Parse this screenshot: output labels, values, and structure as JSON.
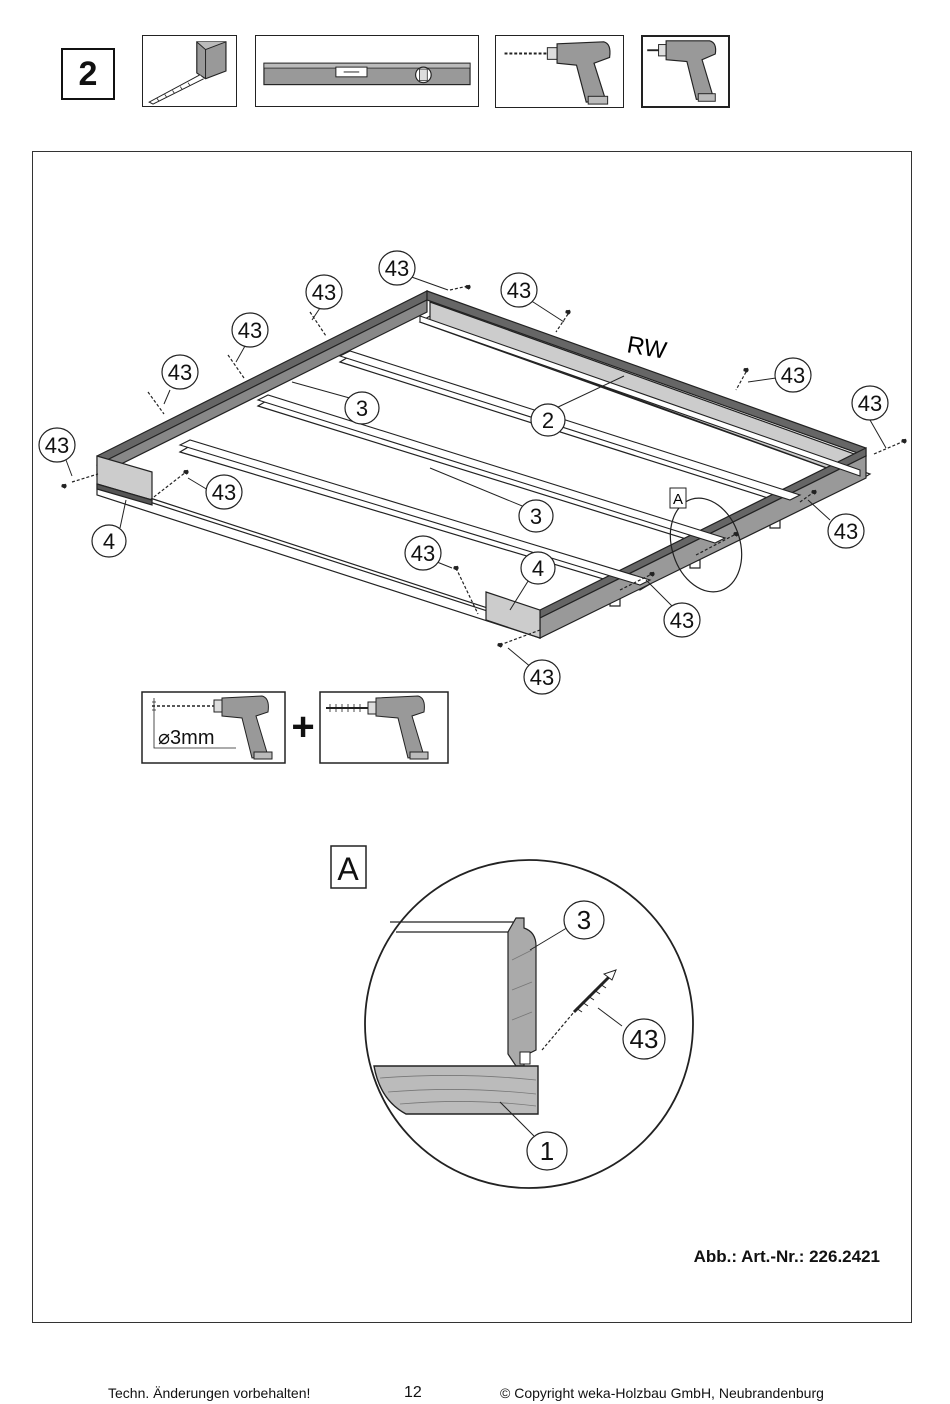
{
  "header": {
    "step_number": "2",
    "tools": [
      {
        "name": "tape-measure-icon"
      },
      {
        "name": "spirit-level-icon"
      },
      {
        "name": "drill-icon"
      },
      {
        "name": "screwdriver-icon"
      }
    ]
  },
  "diagram": {
    "wall_label": "RW",
    "detail_marker": "A",
    "detail_title": "A",
    "drill_size": "⌀3mm",
    "plus_sign": "+",
    "callouts": {
      "screw": "43",
      "part_1": "1",
      "part_2": "2",
      "part_3": "3",
      "part_4": "4"
    }
  },
  "caption": "Abb.: Art.-Nr.: 226.2421",
  "footer": {
    "left": "Techn. Änderungen vorbehalten!",
    "page": "12",
    "right": "© Copyright weka-Holzbau GmbH, Neubrandenburg"
  }
}
